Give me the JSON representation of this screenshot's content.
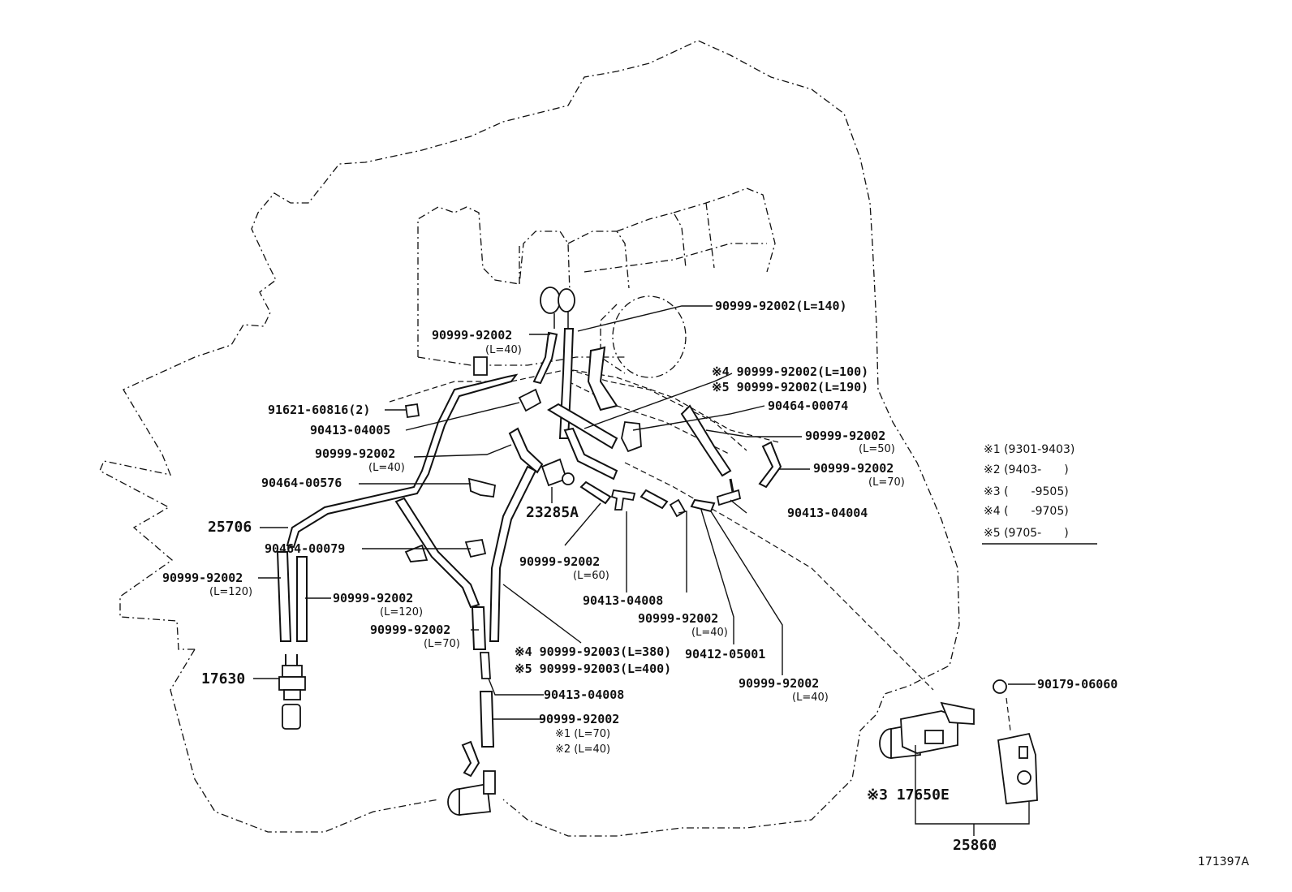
{
  "labels": {
    "p_90999_92002_L140": "90999-92002(L=140)",
    "p_90999_92002_L40a_num": "90999-92002",
    "p_90999_92002_L40a_len": "(L=40)",
    "p_m4_90999_92002_L100": "※4 90999-92002(L=100)",
    "p_m5_90999_92002_L190": "※5 90999-92002(L=190)",
    "p_91621_60816": "91621-60816(2)",
    "p_90464_00074": "90464-00074",
    "p_90413_04005": "90413-04005",
    "p_90999_92002_L50_num": "90999-92002",
    "p_90999_92002_L50_len": "(L=50)",
    "p_90999_92002_L40b_num": "90999-92002",
    "p_90999_92002_L40b_len": "(L=40)",
    "p_90999_92002_L70a_num": "90999-92002",
    "p_90999_92002_L70a_len": "(L=70)",
    "p_90464_00576": "90464-00576",
    "p_23285A": "23285A",
    "p_90413_04004": "90413-04004",
    "p_25706": "25706",
    "p_90464_00079": "90464-00079",
    "p_90999_92002_L60_num": "90999-92002",
    "p_90999_92002_L60_len": "(L=60)",
    "p_90999_92002_L120a_num": "90999-92002",
    "p_90999_92002_L120a_len": "(L=120)",
    "p_90999_92002_L120b_num": "90999-92002",
    "p_90999_92002_L120b_len": "(L=120)",
    "p_90413_04008a": "90413-04008",
    "p_90999_92002_L40c_num": "90999-92002",
    "p_90999_92002_L40c_len": "(L=40)",
    "p_90999_92002_L70b_num": "90999-92002",
    "p_90999_92002_L70b_len": "(L=70)",
    "p_90412_05001": "90412-05001",
    "p_m4_90999_92003_L380": "※4 90999-92003(L=380)",
    "p_m5_90999_92003_L400": "※5 90999-92003(L=400)",
    "p_90999_92002_L40d_num": "90999-92002",
    "p_90999_92002_L40d_len": "(L=40)",
    "p_17630": "17630",
    "p_90413_04008b": "90413-04008",
    "p_90179_06060": "90179-06060",
    "p_90999_92002_bottom_num": "90999-92002",
    "p_90999_92002_bottom_m1": "※1 (L=70)",
    "p_90999_92002_bottom_m2": "※2 (L=40)",
    "p_17650E": "※3 17650E",
    "p_25860": "25860",
    "figure_id": "171397A"
  },
  "notes": [
    "※1 (9301-9403)",
    "※2 (9403-　　)",
    "※3 (　　-9505)",
    "※4 (　　-9705)",
    "※5 (9705-　　)"
  ]
}
